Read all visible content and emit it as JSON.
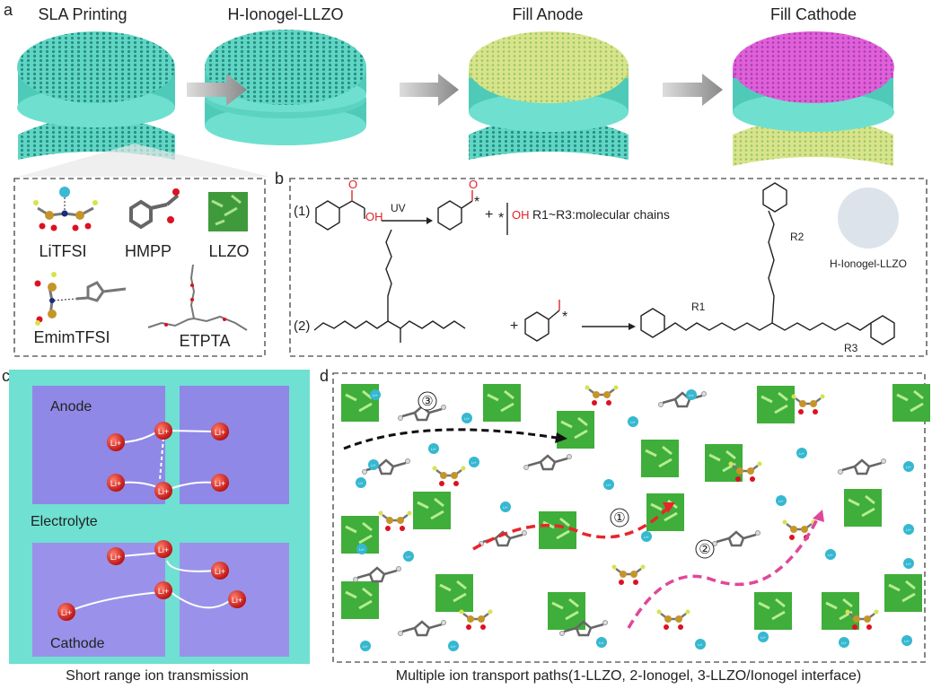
{
  "panel_labels": {
    "a": "a",
    "b": "b",
    "c": "c",
    "d": "d"
  },
  "panel_a": {
    "steps": [
      "SLA Printing",
      "H-Ionogel-LLZO",
      "Fill Anode",
      "Fill Cathode"
    ]
  },
  "materials": {
    "items": [
      "LiTFSI",
      "HMPP",
      "LLZO",
      "EmimTFSI",
      "ETPTA"
    ]
  },
  "panel_b": {
    "reaction1_label": "(1)",
    "reaction2_label": "(2)",
    "uv_label": "UV",
    "oh_label": "OH",
    "radical_star": "*",
    "plus": "+",
    "chains_note": "R1~R3:molecular chains",
    "r1": "R1",
    "r2": "R2",
    "r3": "R3",
    "o": "O",
    "photo_caption": "H-Ionogel-LLZO"
  },
  "panel_c": {
    "anode": "Anode",
    "electrolyte": "Electrolyte",
    "cathode": "Cathode",
    "ion": "Li+",
    "caption": "Short range ion transmission",
    "colors": {
      "background": "#6fe0d2",
      "electrode": "#8f88e6",
      "ion": "#d61a1a"
    }
  },
  "panel_d": {
    "path_markers": [
      "①",
      "②",
      "③"
    ],
    "ion": "Li+",
    "caption": "Multiple ion transport paths(1-LLZO, 2-Ionogel, 3-LLZO/Ionogel interface)",
    "colors": {
      "path1": "#e8262a",
      "path2": "#e0479a",
      "path3": "#111111",
      "llzo": "#3fae3a",
      "li": "#35b8d0"
    }
  }
}
